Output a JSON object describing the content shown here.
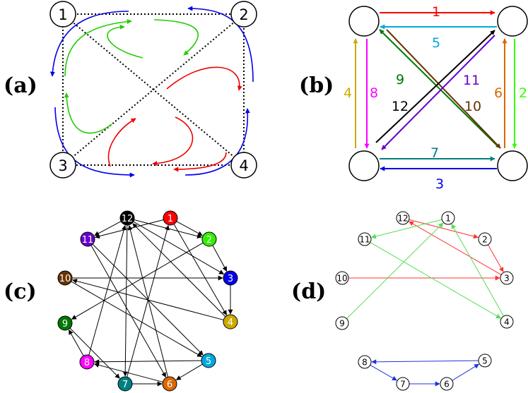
{
  "panels": {
    "a": {
      "label": "(a)",
      "nodes": [
        "1",
        "2",
        "3",
        "4"
      ]
    },
    "b": {
      "label": "(b)",
      "edges": [
        {
          "label": "1",
          "from": "TL",
          "to": "TR",
          "color": "#ff0000"
        },
        {
          "label": "2",
          "from": "TR",
          "to": "BR",
          "color": "#33ff00"
        },
        {
          "label": "3",
          "from": "BR",
          "to": "BL",
          "color": "#0000ee"
        },
        {
          "label": "4",
          "from": "BL",
          "to": "TL",
          "color": "#ccaa00"
        },
        {
          "label": "5",
          "from": "TR",
          "to": "TL",
          "color": "#00aadd"
        },
        {
          "label": "6",
          "from": "BR",
          "to": "TR",
          "color": "#dd6600"
        },
        {
          "label": "7",
          "from": "BL",
          "to": "BR",
          "color": "#008080"
        },
        {
          "label": "8",
          "from": "TL",
          "to": "BL",
          "color": "#ff00ff"
        },
        {
          "label": "9",
          "from": "BR",
          "to": "TL",
          "color": "#007700"
        },
        {
          "label": "10",
          "from": "TL",
          "to": "BR",
          "color": "#663300"
        },
        {
          "label": "11",
          "from": "TR",
          "to": "BL",
          "color": "#6600cc"
        },
        {
          "label": "12",
          "from": "BL",
          "to": "TR",
          "color": "#000000"
        }
      ]
    },
    "c": {
      "label": "(c)",
      "nodes": [
        {
          "id": "1",
          "color": "#ff0000"
        },
        {
          "id": "2",
          "color": "#33ee00"
        },
        {
          "id": "3",
          "color": "#0000ee"
        },
        {
          "id": "4",
          "color": "#ccaa00"
        },
        {
          "id": "5",
          "color": "#00aadd"
        },
        {
          "id": "6",
          "color": "#dd6600"
        },
        {
          "id": "7",
          "color": "#008080"
        },
        {
          "id": "8",
          "color": "#ff00ff"
        },
        {
          "id": "9",
          "color": "#007700"
        },
        {
          "id": "10",
          "color": "#663300"
        },
        {
          "id": "11",
          "color": "#6600cc"
        },
        {
          "id": "12",
          "color": "#000000"
        }
      ]
    },
    "d": {
      "label": "(d)",
      "nodes": [
        "1",
        "2",
        "3",
        "4",
        "5",
        "6",
        "7",
        "8",
        "9",
        "10",
        "11",
        "12"
      ],
      "edge_colors": {
        "red": "#ff3333",
        "green": "#55dd55",
        "blue": "#2233dd"
      }
    }
  }
}
